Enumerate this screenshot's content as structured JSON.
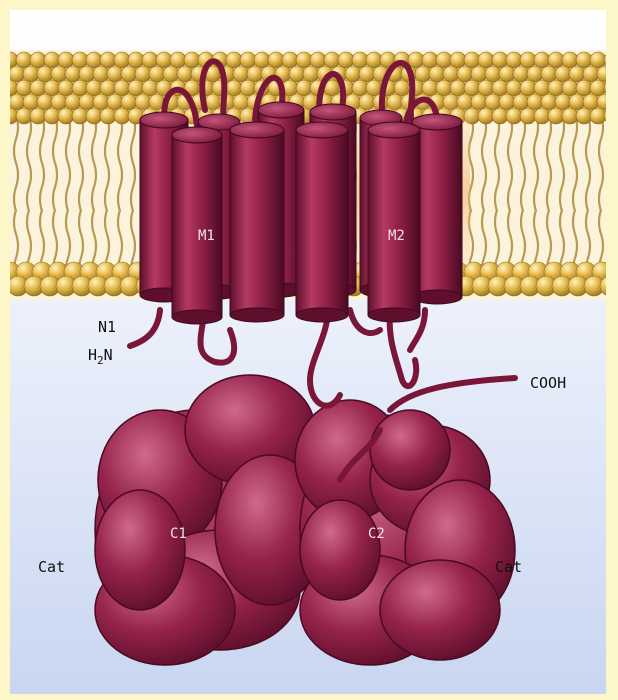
{
  "labels": {
    "m1": "M1",
    "m2": "M2",
    "n1": "N1",
    "h2n_h": "H",
    "h2n_sub": "2",
    "h2n_n": "N",
    "cooh": "COOH",
    "c1": "C1",
    "c2": "C2",
    "cat_left": "Cat",
    "cat_right": "Cat"
  },
  "colors": {
    "background_frame": "#fdf6c9",
    "lipid_head": "#e3b94a",
    "lipid_tail": "#b89a52",
    "protein": "#96234b",
    "protein_dark": "#5e0f2c",
    "protein_light": "#c4557a"
  }
}
